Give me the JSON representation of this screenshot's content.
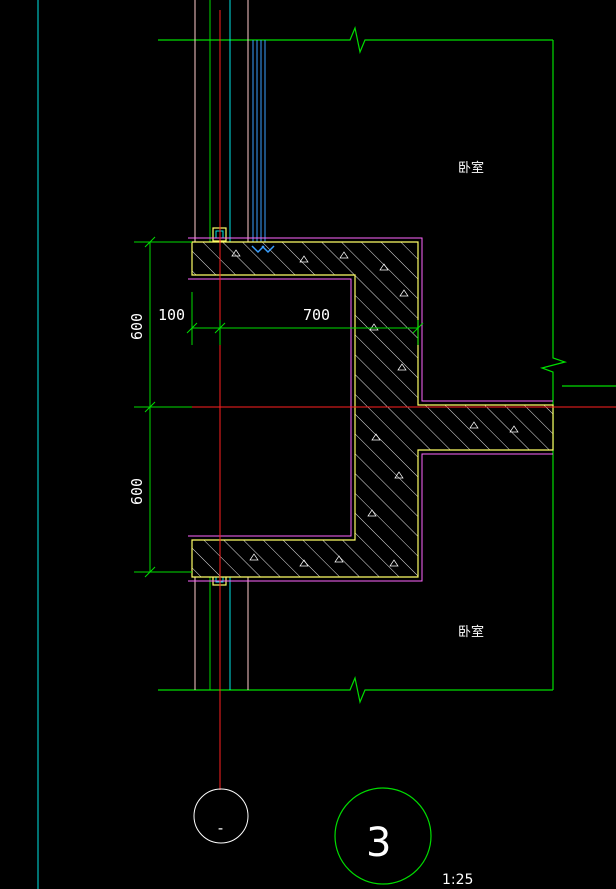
{
  "drawing": {
    "dimensions": {
      "upper_height": "600",
      "lower_height": "600",
      "offset_width": "100",
      "main_width": "700"
    },
    "rooms": {
      "upper": "卧室",
      "lower": "卧室"
    },
    "section_marker": "3",
    "axis_bubble_label": "-",
    "scale_label": "1:25"
  },
  "colors": {
    "background": "#000000",
    "grid_cyan": "#00e5e5",
    "axis_red": "#ff2020",
    "wall_green": "#00dd00",
    "outline_magenta": "#ff66ff",
    "outline_yellow": "#ffff66",
    "window_blue": "#3aa0ff",
    "dimension_white": "#ffffff"
  }
}
